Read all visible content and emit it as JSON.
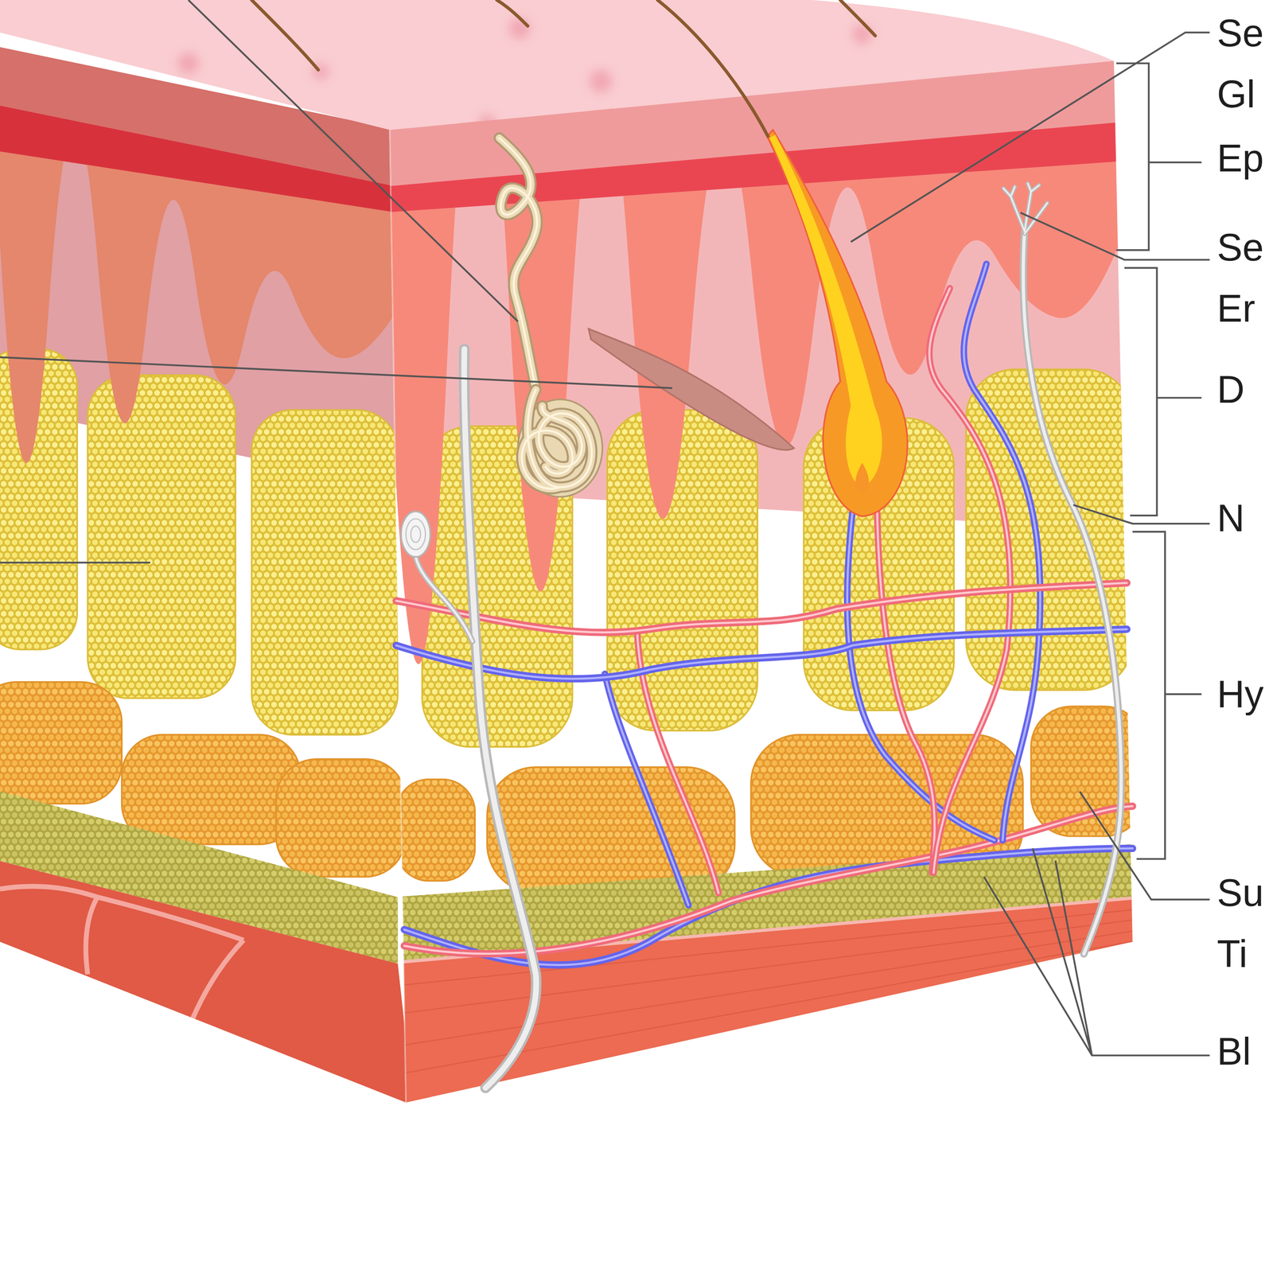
{
  "diagram": {
    "labels": [
      "Se Gl",
      "Ep",
      "Se Er",
      "D",
      "N",
      "Hy",
      "Su Ti",
      "Bl"
    ]
  }
}
